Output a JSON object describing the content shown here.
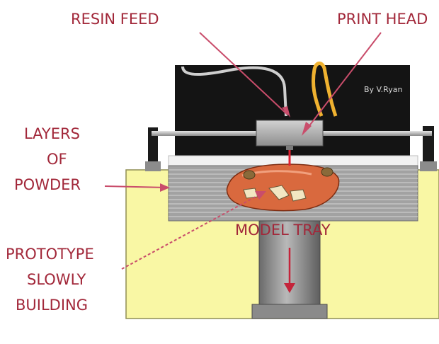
{
  "labels": {
    "resin_feed": "RESIN FEED",
    "print_head": "PRINT HEAD",
    "layers_of_powder": [
      "LAYERS",
      "OF",
      "POWDER"
    ],
    "model_tray": "MODEL TRAY",
    "prototype_slowly_building": [
      "PROTOTYPE",
      "SLOWLY",
      "BUILDING"
    ]
  },
  "credit": "By V.Ryan",
  "colors": {
    "label_text": "#a2283a",
    "leader_line": "#c94d6b",
    "base_body": "#f9f7a4",
    "printer_housing": "#141414",
    "powder_layers": "#9e9e9e",
    "prototype": "#d9693e",
    "resin_tube": "#f0b230",
    "binder_jet": "#e02030"
  },
  "icons": {
    "tray_motion": "arrow-down-icon"
  }
}
